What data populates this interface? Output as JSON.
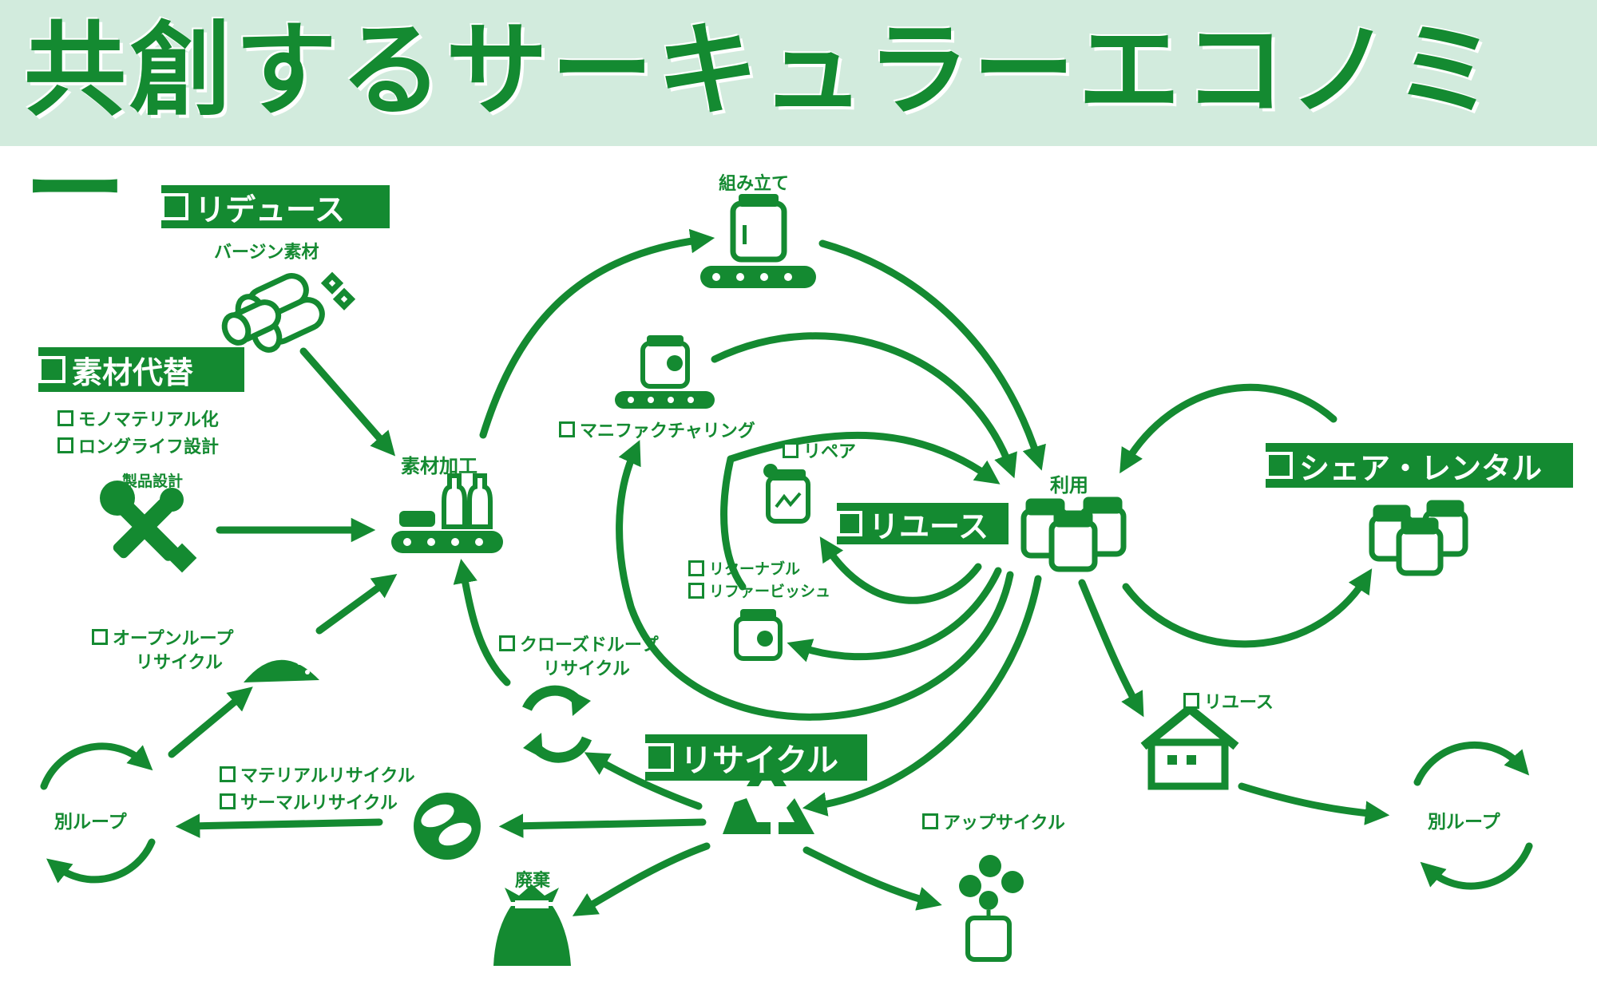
{
  "title": "共創するサーキュラーエコノミー",
  "colors": {
    "green": "#148a31",
    "banner_bg": "#d2ebdd",
    "banner_text": "#148a31"
  },
  "tags": {
    "reduce": "リデュース",
    "material_substitution": "素材代替",
    "reuse": "リユース",
    "share_rental": "シェア・レンタル",
    "recycle": "リサイクル"
  },
  "labels": {
    "virgin_material": "バージン素材",
    "mono_material": "モノマテリアル化",
    "long_life_design": "ロングライフ設計",
    "product_design": "製品設計",
    "material_processing": "素材加工",
    "assembly": "組み立て",
    "remanufacturing": "マニファクチャリング",
    "repair": "リペア",
    "use": "利用",
    "returnable": "リターナブル",
    "refurbish": "リファービッシュ",
    "open_loop_1": "オープンループ",
    "open_loop_2": "リサイクル",
    "closed_loop_1": "クローズドループ",
    "closed_loop_2": "リサイクル",
    "material_recycle": "マテリアルリサイクル",
    "thermal_recycle": "サーマルリサイクル",
    "other_loop_left": "別ループ",
    "other_loop_right": "別ループ",
    "disposal": "廃棄",
    "upcycle": "アップサイクル",
    "reuse_small": "リユース"
  },
  "icons": [
    "rolls-icon",
    "tools-icon",
    "conveyor-bottles-icon",
    "assembly-jar-icon",
    "remanufacture-jar-icon",
    "repair-jar-icon",
    "refurbish-jar-icon",
    "use-jars-icon",
    "share-jars-icon",
    "powder-icon",
    "refresh-icon",
    "recycle-icon",
    "recycle-rolls-icon",
    "trash-bag-icon",
    "flower-vase-icon",
    "house-icon"
  ]
}
